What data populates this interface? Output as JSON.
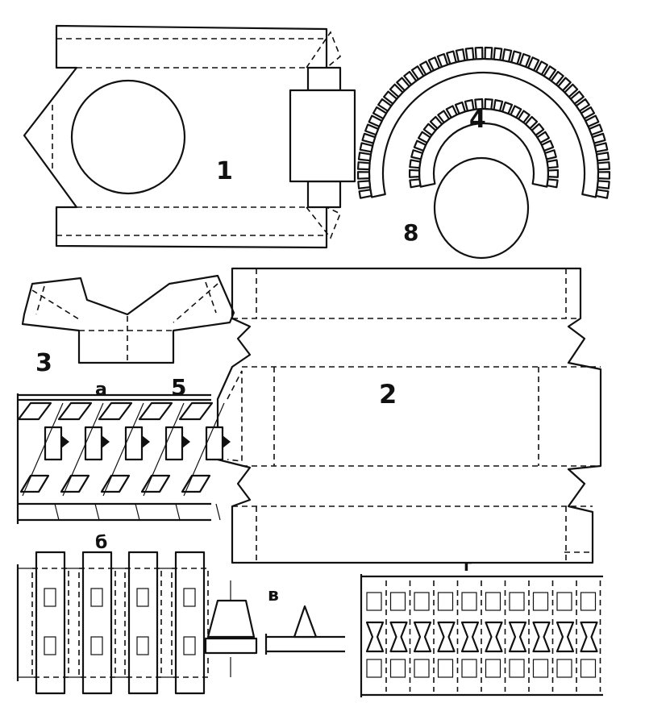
{
  "labels": {
    "part1": "1",
    "part2": "2",
    "part3": "3",
    "part4": "4",
    "part5": "5",
    "part8": "8",
    "sub_a": "а",
    "sub_b": "б",
    "sub_v": "в",
    "sub_g": "г"
  },
  "colors": {
    "ink": "#111111",
    "paper": "#ffffff"
  }
}
